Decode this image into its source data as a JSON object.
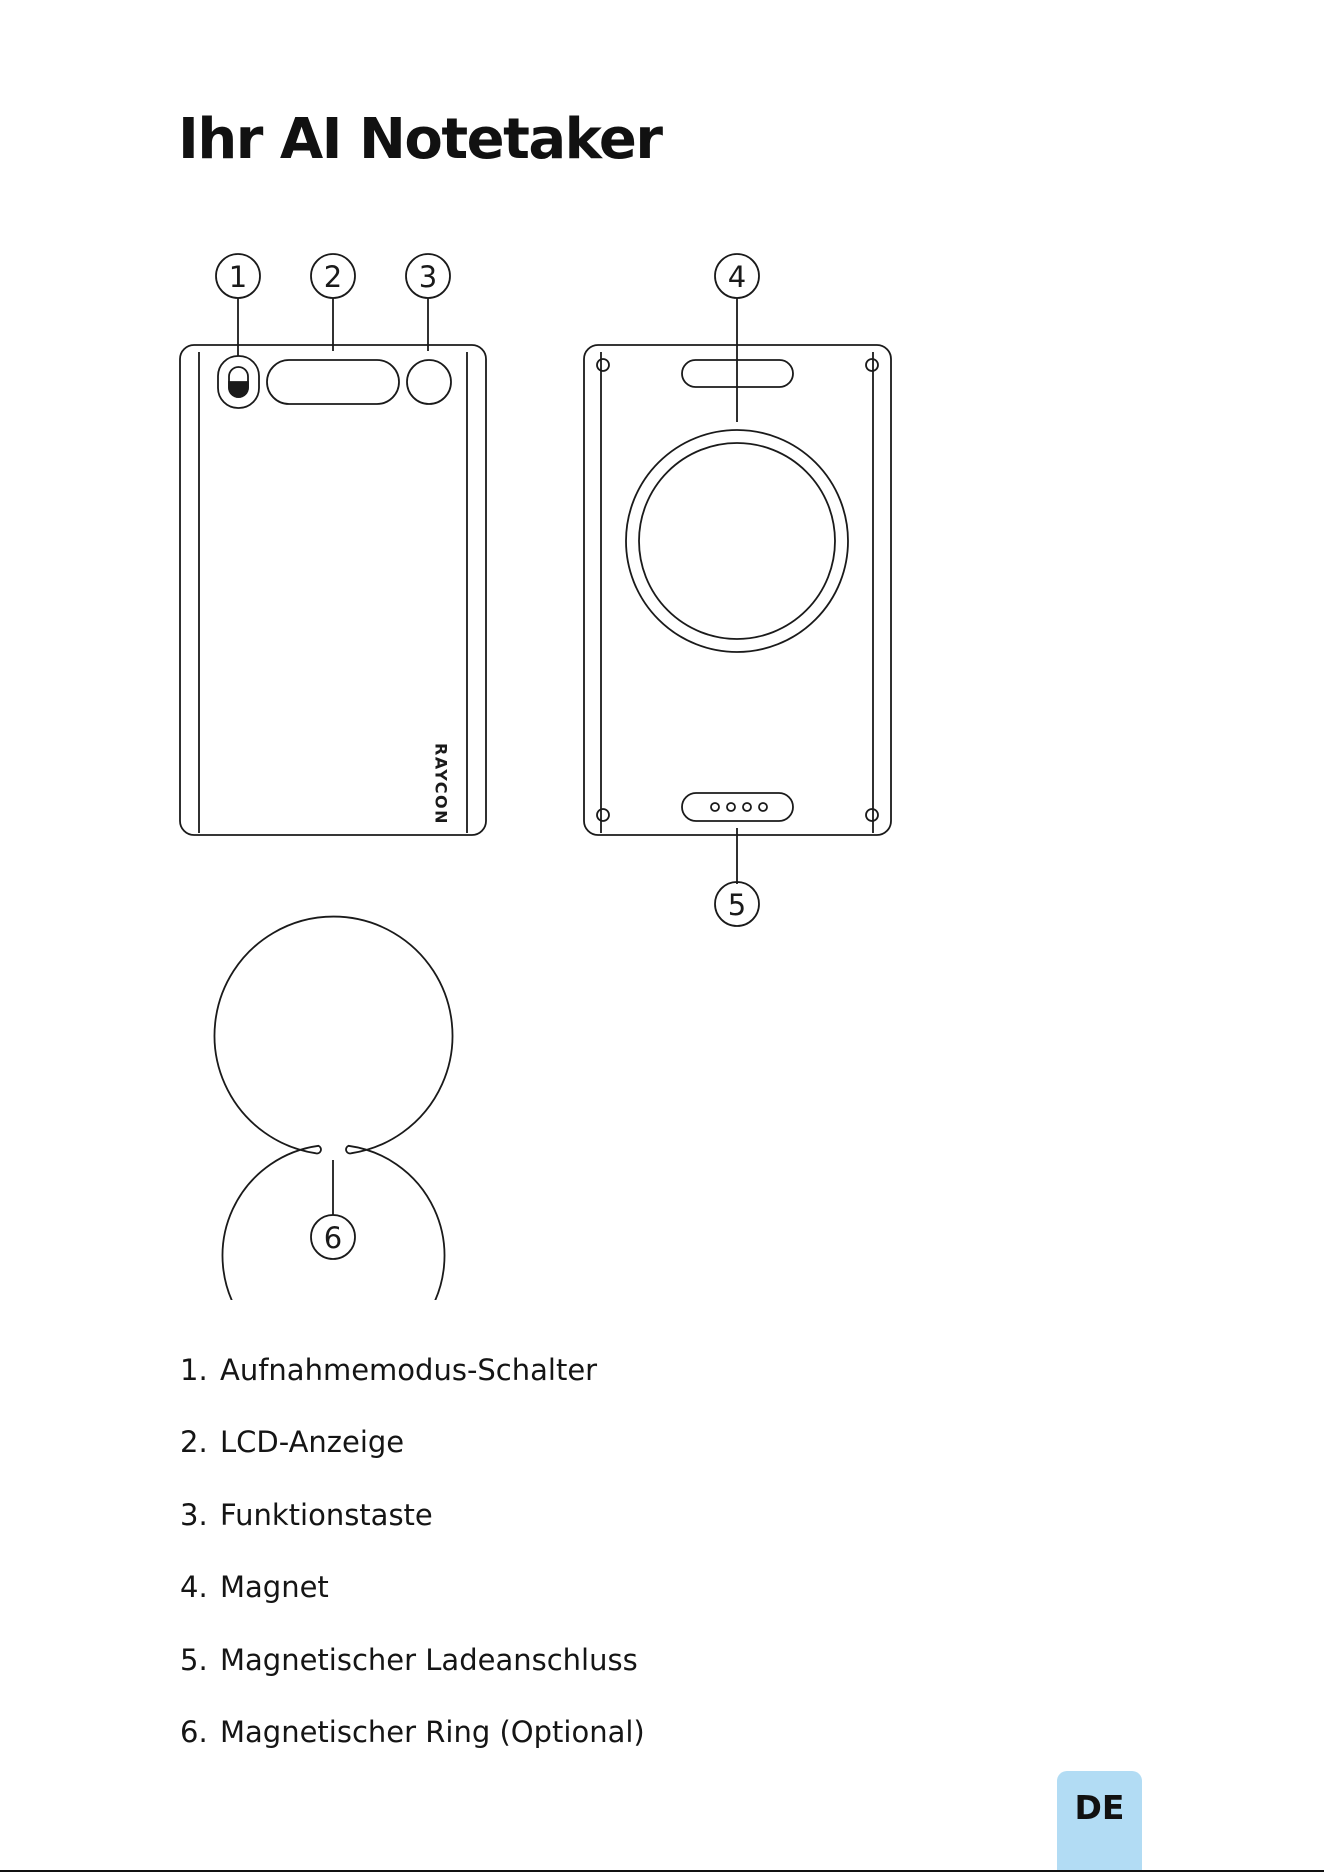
{
  "page": {
    "title": "Ihr AI Notetaker",
    "language_badge": "DE"
  },
  "device": {
    "brand_text": "RAYCON"
  },
  "callouts": [
    "1",
    "2",
    "3",
    "4",
    "5",
    "6"
  ],
  "parts": [
    {
      "number": "1.",
      "label": "Aufnahmemodus-Schalter"
    },
    {
      "number": "2.",
      "label": "LCD-Anzeige"
    },
    {
      "number": "3.",
      "label": "Funktionstaste"
    },
    {
      "number": "4.",
      "label": "Magnet"
    },
    {
      "number": "5.",
      "label": "Magnetischer Ladeanschluss"
    },
    {
      "number": "6.",
      "label": "Magnetischer Ring (Optional)"
    }
  ]
}
